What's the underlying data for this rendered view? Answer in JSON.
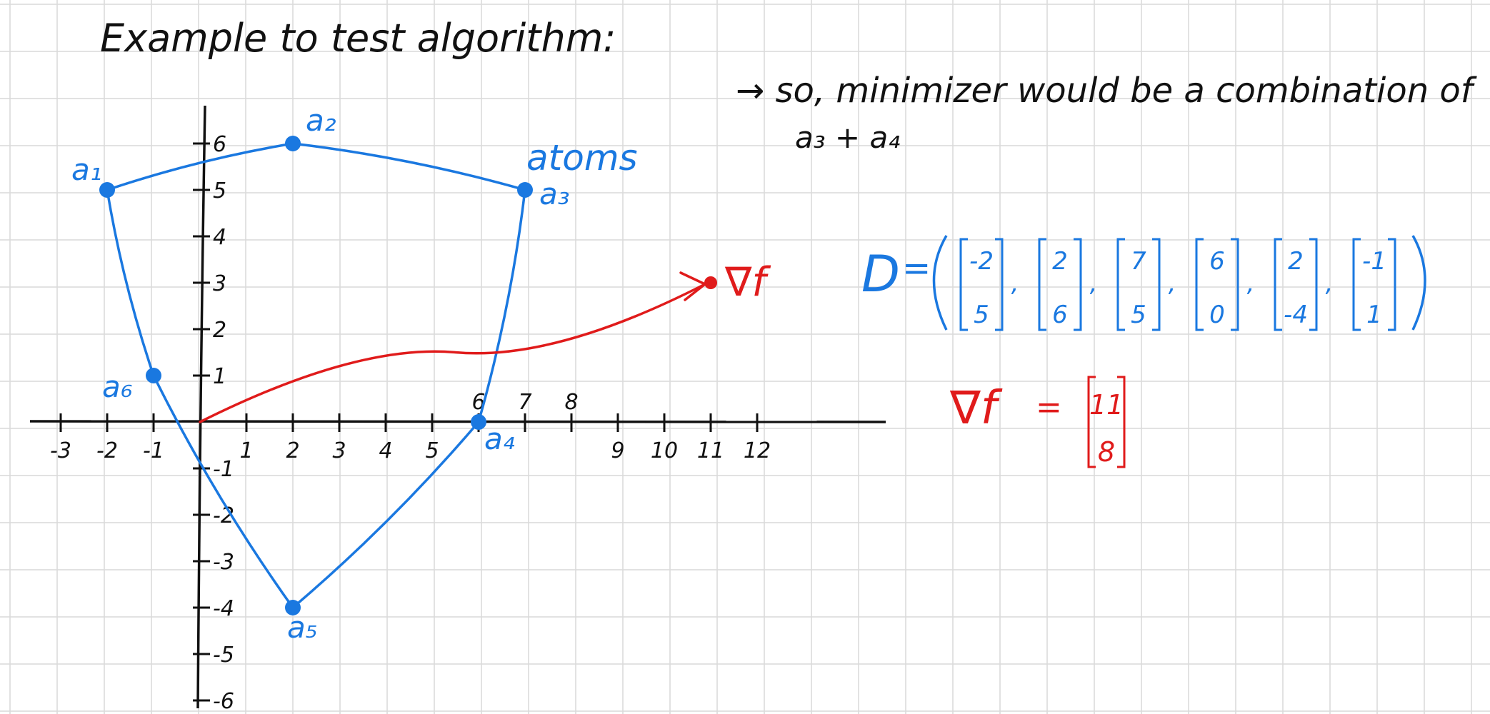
{
  "title": "Example to test algorithm:",
  "note": {
    "line1": "→ so, minimizer would be a combination of",
    "line2": "a₃ + a₄"
  },
  "colors": {
    "ink": "#111111",
    "atoms": "#1a78e0",
    "gradient": "#e01b1b",
    "grid": "#d9d9d9"
  },
  "axes": {
    "x_ticks": [
      "-3",
      "-2",
      "-1",
      "1",
      "2",
      "3",
      "4",
      "5",
      "6",
      "7",
      "8",
      "9",
      "10",
      "11",
      "12"
    ],
    "y_ticks": [
      "-6",
      "-5",
      "-4",
      "-3",
      "-2",
      "-1",
      "1",
      "2",
      "3",
      "4",
      "5",
      "6"
    ]
  },
  "atoms_label": "atoms",
  "atoms": [
    {
      "label": "a₁",
      "x": -2,
      "y": 5
    },
    {
      "label": "a₂",
      "x": 2,
      "y": 6
    },
    {
      "label": "a₃",
      "x": 7,
      "y": 5
    },
    {
      "label": "a₄",
      "x": 6,
      "y": 0
    },
    {
      "label": "a₅",
      "x": 2,
      "y": -4
    },
    {
      "label": "a₆",
      "x": -1,
      "y": 1
    }
  ],
  "gradient": {
    "label": "∇f",
    "x": 11,
    "y": 3
  },
  "D_matrix": {
    "name": "D",
    "columns": [
      [
        "-2",
        "5"
      ],
      [
        "2",
        "6"
      ],
      [
        "7",
        "5"
      ],
      [
        "6",
        "0"
      ],
      [
        "2",
        "-4"
      ],
      [
        "-1",
        "1"
      ]
    ]
  },
  "grad_vector": {
    "name": "∇f",
    "values": [
      "11",
      "8"
    ]
  }
}
